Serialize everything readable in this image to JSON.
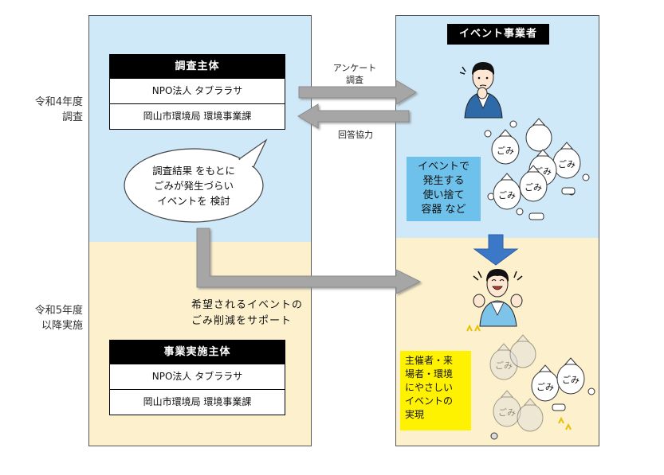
{
  "year_labels": {
    "r4": {
      "line1": "令和4年度",
      "line2": "調査"
    },
    "r5": {
      "line1": "令和5年度",
      "line2": "以降実施"
    }
  },
  "survey_box": {
    "title": "調査主体",
    "rows": [
      "NPO法人 タブララサ",
      "岡山市環境局 環境事業課"
    ]
  },
  "implementation_box": {
    "title": "事業実施主体",
    "rows": [
      "NPO法人 タブララサ",
      "岡山市環境局 環境事業課"
    ]
  },
  "event_operator_title": "イベント事業者",
  "arrows": {
    "survey": {
      "line1": "アンケート",
      "line2": "調査"
    },
    "response": "回答協力"
  },
  "speech_bubble": {
    "line1": "調査結果 をもとに",
    "line2": "ごみが発生づらい",
    "line3": "イベントを 検討"
  },
  "support": {
    "line1": "希望されるイベントの",
    "line2": "ごみ削減をサポート"
  },
  "waste_note": {
    "lines": [
      "イベントで",
      "発生する",
      "使い捨て",
      "容器 など"
    ]
  },
  "goal_note": {
    "lines": [
      "主催者・来",
      "場者・環境",
      "にやさしい",
      "イベントの",
      "実現"
    ]
  },
  "trash_bag_label": "ごみ",
  "colors": {
    "panel_blue": "#cfe9f9",
    "panel_beige": "#fdf0cc",
    "arrow_gray": "#a6a6a6",
    "arrow_blue": "#3c78c8",
    "note_blue": "#6ec1ea",
    "note_yellow": "#fff200"
  }
}
